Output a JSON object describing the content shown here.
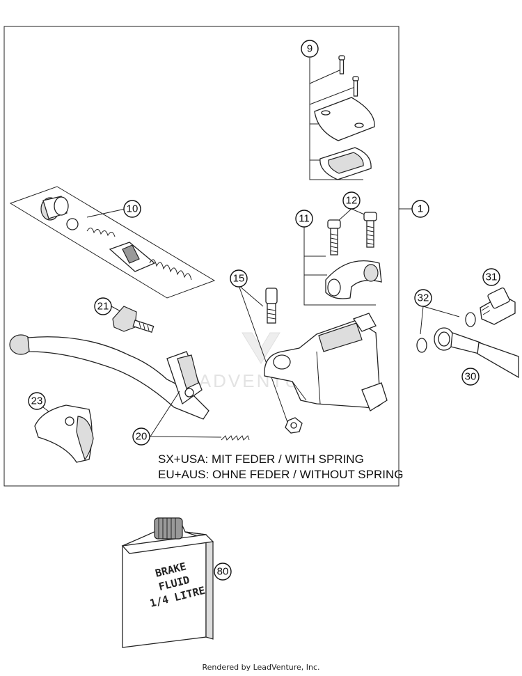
{
  "callouts": {
    "c1": "1",
    "c9": "9",
    "c10": "10",
    "c11": "11",
    "c12": "12",
    "c15": "15",
    "c20": "20",
    "c21": "21",
    "c23": "23",
    "c30": "30",
    "c31": "31",
    "c32": "32",
    "c80": "80"
  },
  "notes": {
    "line1": "SX+USA:  MIT FEDER / WITH SPRING",
    "line2": "EU+AUS:  OHNE FEDER / WITHOUT SPRING"
  },
  "fluid_label": {
    "line1": "BRAKE",
    "line2": "FLUID",
    "line3": "1/4 LITRE"
  },
  "watermark": "LEADVENTURE",
  "footer": "Rendered by LeadVenture, Inc."
}
